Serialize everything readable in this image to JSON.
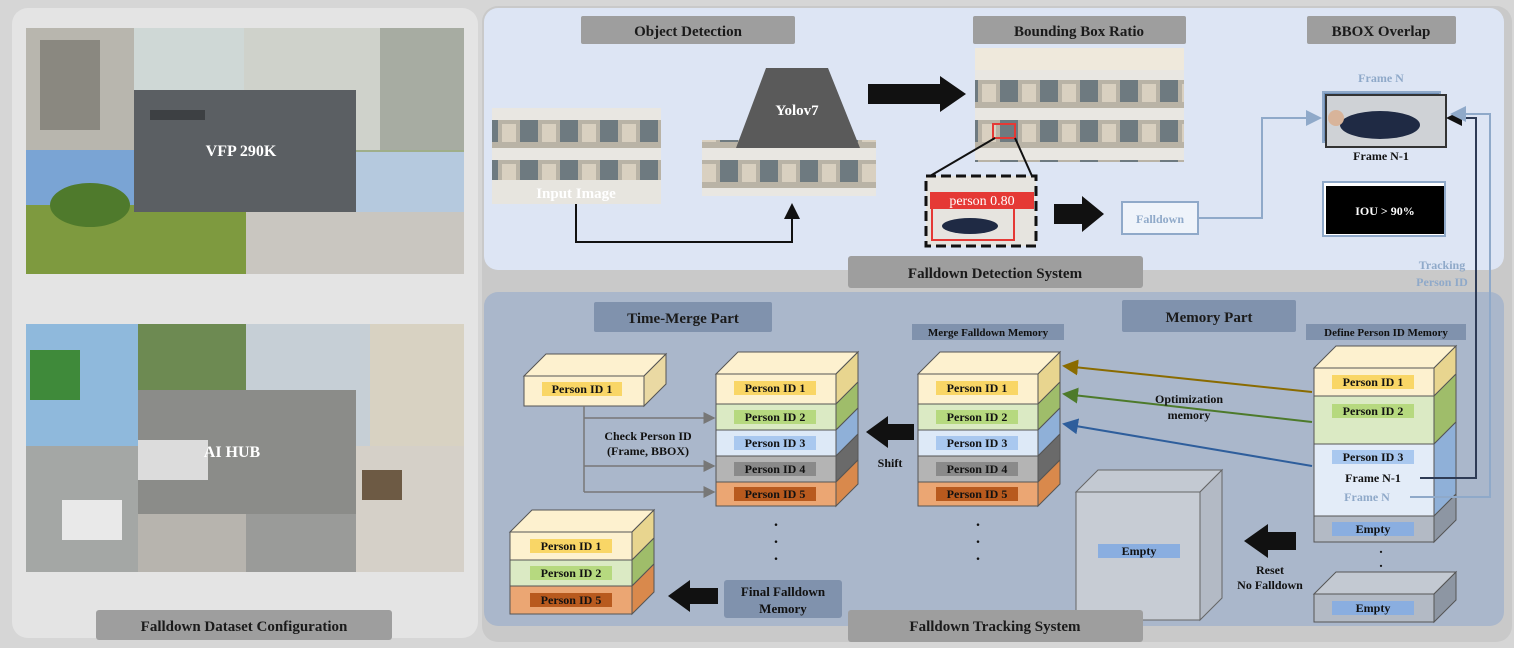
{
  "colors": {
    "outer_bg": "#d6d6d6",
    "left_panel_bg": "#e4e4e4",
    "detection_bg": "#dde5f4",
    "tracking_bg": "#aab7cb",
    "gray_pill": "#9e9e9e",
    "slate_pill": "#8092ad",
    "id1": "#f9d666",
    "id2": "#b6d97f",
    "id3": "#a9c8ef",
    "id4": "#8a8a8a",
    "id5": "#b85a1e",
    "empty": "#8aaee0",
    "arrow_olive": "#8a6b00",
    "arrow_green": "#4d7a2b",
    "arrow_blue": "#2e5e9c",
    "arrow_light": "#8fa9c9"
  },
  "dataset": {
    "title": "Falldown Dataset Configuration",
    "collage1_label": "VFP 290K",
    "collage2_label": "AI HUB"
  },
  "detection": {
    "object_detection": "Object Detection",
    "bounding_box_ratio": "Bounding Box Ratio",
    "bbox_overlap": "BBOX Overlap",
    "input_image": "Input Image",
    "model": "Yolov7",
    "person_tag": "person  0.80",
    "falldown_box": "Falldown",
    "frame_n": "Frame N",
    "frame_n1": "Frame N-1",
    "iou": "IOU > 90%",
    "tracking_person_id": [
      "Tracking",
      "Person ID"
    ],
    "system_label": "Falldown Detection System"
  },
  "tracking": {
    "time_merge": "Time-Merge Part",
    "memory_part": "Memory Part",
    "merge_memory": "Merge Falldown Memory",
    "define_memory": "Define Person ID Memory",
    "check_person_id": [
      "Check Person ID",
      "(Frame, BBOX)"
    ],
    "shift": "Shift",
    "optimization": [
      "Optimization",
      "memory"
    ],
    "final_memory": [
      "Final Falldown",
      "Memory"
    ],
    "reset": [
      "Reset",
      "No Falldown"
    ],
    "system_label": "Falldown Tracking System",
    "empty": "Empty",
    "frame_n1": "Frame N-1",
    "frame_n": "Frame N",
    "dots": "."
  },
  "ids": {
    "id1": "Person ID 1",
    "id2": "Person ID 2",
    "id3": "Person ID 3",
    "id4": "Person ID 4",
    "id5": "Person ID 5"
  }
}
